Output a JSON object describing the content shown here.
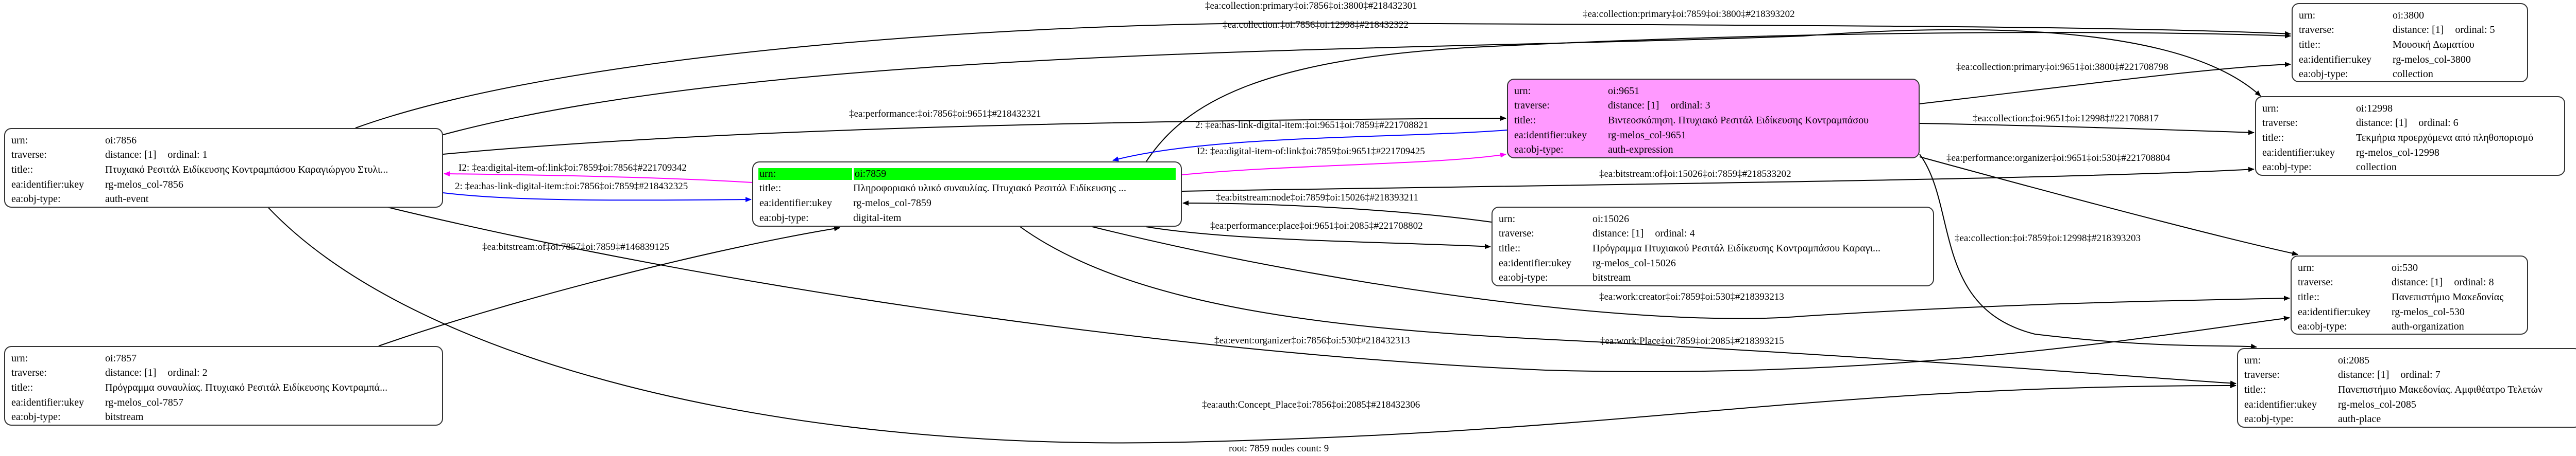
{
  "colors": {
    "root_highlight": "#00ff00",
    "expression_fill": "#ff99ff",
    "link_forward": "#0000ff",
    "link_inverse": "#ff00ff",
    "edge": "#000000"
  },
  "row_labels": {
    "urn": "urn:",
    "traverse": "traverse:",
    "title": "title::",
    "ukey": "ea:identifier:ukey",
    "obj_type": "ea:obj-type:"
  },
  "nodes": [
    {
      "urn": "oi:7856",
      "distance": "distance: [1]",
      "ordinal": "ordinal: 1",
      "title": "Πτυχιακό Ρεσιτάλ Ειδίκευσης Κοντραμπάσου Καραγιώργου Στυλι...",
      "ukey": "rg-melos_col-7856",
      "obj_type": "auth-event"
    },
    {
      "urn": "oi:7859",
      "root": true,
      "title": "Πληροφοριακό υλικό συναυλίας. Πτυχιακό Ρεσιτάλ Ειδίκευσης ...",
      "ukey": "rg-melos_col-7859",
      "obj_type": "digital-item"
    },
    {
      "urn": "oi:7857",
      "distance": "distance: [1]",
      "ordinal": "ordinal: 2",
      "title": "Πρόγραμμα συναυλίας. Πτυχιακό Ρεσιτάλ Ειδίκευσης Κοντραμπά...",
      "ukey": "rg-melos_col-7857",
      "obj_type": "bitstream"
    },
    {
      "urn": "oi:9651",
      "distance": "distance: [1]",
      "ordinal": "ordinal: 3",
      "title": "Βιντεοσκόπηση. Πτυχιακό Ρεσιτάλ Ειδίκευσης Κοντραμπάσου",
      "ukey": "rg-melos_col-9651",
      "obj_type": "auth-expression",
      "fill": "#ff99ff"
    },
    {
      "urn": "oi:15026",
      "distance": "distance: [1]",
      "ordinal": "ordinal: 4",
      "title": "Πρόγραμμα Πτυχιακού Ρεσιτάλ Ειδίκευσης Κοντραμπάσου Καραγι...",
      "ukey": "rg-melos_col-15026",
      "obj_type": "bitstream"
    },
    {
      "urn": "oi:3800",
      "distance": "distance: [1]",
      "ordinal": "ordinal: 5",
      "title": "Μουσική Δωματίου",
      "ukey": "rg-melos_col-3800",
      "obj_type": "collection"
    },
    {
      "urn": "oi:12998",
      "distance": "distance: [1]",
      "ordinal": "ordinal: 6",
      "title": "Τεκμήρια προερχόμενα από πληθοπορισμό",
      "ukey": "rg-melos_col-12998",
      "obj_type": "collection"
    },
    {
      "urn": "oi:2085",
      "distance": "distance: [1]",
      "ordinal": "ordinal: 7",
      "title": "Πανεπιστήμιο Μακεδονίας. Αμφιθέατρο Τελετών",
      "ukey": "rg-melos_col-2085",
      "obj_type": "auth-place"
    },
    {
      "urn": "oi:530",
      "distance": "distance: [1]",
      "ordinal": "ordinal: 8",
      "title": "Πανεπιστήμιο Μακεδονίας",
      "ukey": "rg-melos_col-530",
      "obj_type": "auth-organization"
    }
  ],
  "edges": [
    {
      "from": "oi:7856",
      "to": "oi:3800",
      "label": "‡ea:collection:primary‡oi:7856‡oi:3800‡#218432301",
      "color": "#000000"
    },
    {
      "from": "oi:7856",
      "to": "oi:12998",
      "label": "‡ea:collection:‡oi:7856‡oi:12998‡#218432322",
      "color": "#000000"
    },
    {
      "from": "oi:7859",
      "to": "oi:3800",
      "label": "‡ea:collection:primary‡oi:7859‡oi:3800‡#218393202",
      "color": "#000000"
    },
    {
      "from": "oi:7856",
      "to": "oi:9651",
      "label": "‡ea:performance:‡oi:7856‡oi:9651‡#218432321",
      "color": "#000000"
    },
    {
      "from": "oi:9651",
      "to": "oi:7859",
      "label": "2: ‡ea:has-link-digital-item:‡oi:9651‡oi:7859‡#221708821",
      "color": "#0000ff"
    },
    {
      "from": "oi:7859",
      "to": "oi:9651",
      "label": "I2: ‡ea:digital-item-of:link‡oi:7859‡oi:9651‡#221709425",
      "color": "#ff00ff"
    },
    {
      "from": "oi:7859",
      "to": "oi:7856",
      "label": "I2: ‡ea:digital-item-of:link‡oi:7859‡oi:7856‡#221709342",
      "color": "#ff00ff"
    },
    {
      "from": "oi:7856",
      "to": "oi:7859",
      "label": "2: ‡ea:has-link-digital-item:‡oi:7856‡oi:7859‡#218432325",
      "color": "#0000ff"
    },
    {
      "from": "oi:9651",
      "to": "oi:3800",
      "label": "‡ea:collection:primary‡oi:9651‡oi:3800‡#221708798",
      "color": "#000000"
    },
    {
      "from": "oi:9651",
      "to": "oi:12998",
      "label": "‡ea:collection:‡oi:9651‡oi:12998‡#221708817",
      "color": "#000000"
    },
    {
      "from": "oi:9651",
      "to": "oi:530",
      "label": "‡ea:performance:organizer‡oi:9651‡oi:530‡#221708804",
      "color": "#000000"
    },
    {
      "from": "oi:7859",
      "to": "oi:12998",
      "label": "‡ea:collection:‡oi:7859‡oi:12998‡#218393203",
      "color": "#000000"
    },
    {
      "from": "oi:15026",
      "to": "oi:7859",
      "label": "‡ea:bitstream:of‡oi:15026‡oi:7859‡#218533202",
      "color": "#000000"
    },
    {
      "from": "oi:7859",
      "to": "oi:15026",
      "label": "‡ea:bitstream:node‡oi:7859‡oi:15026‡#218393211",
      "color": "#000000"
    },
    {
      "from": "oi:9651",
      "to": "oi:2085",
      "label": "‡ea:performance:place‡oi:9651‡oi:2085‡#221708802",
      "color": "#000000"
    },
    {
      "from": "oi:7857",
      "to": "oi:7859",
      "label": "‡ea:bitstream:of‡oi:7857‡oi:7859‡#146839125",
      "color": "#000000"
    },
    {
      "from": "oi:7859",
      "to": "oi:530",
      "label": "‡ea:work:creator‡oi:7859‡oi:530‡#218393213",
      "color": "#000000"
    },
    {
      "from": "oi:7856",
      "to": "oi:530",
      "label": "‡ea:event:organizer‡oi:7856‡oi:530‡#218432313",
      "color": "#000000"
    },
    {
      "from": "oi:7859",
      "to": "oi:2085",
      "label": "‡ea:work:Place‡oi:7859‡oi:2085‡#218393215",
      "color": "#000000"
    },
    {
      "from": "oi:7856",
      "to": "oi:2085",
      "label": "‡ea:auth:Concept_Place‡oi:7856‡oi:2085‡#218432306",
      "color": "#000000"
    }
  ],
  "footer": "root: 7859 nodes count: 9"
}
